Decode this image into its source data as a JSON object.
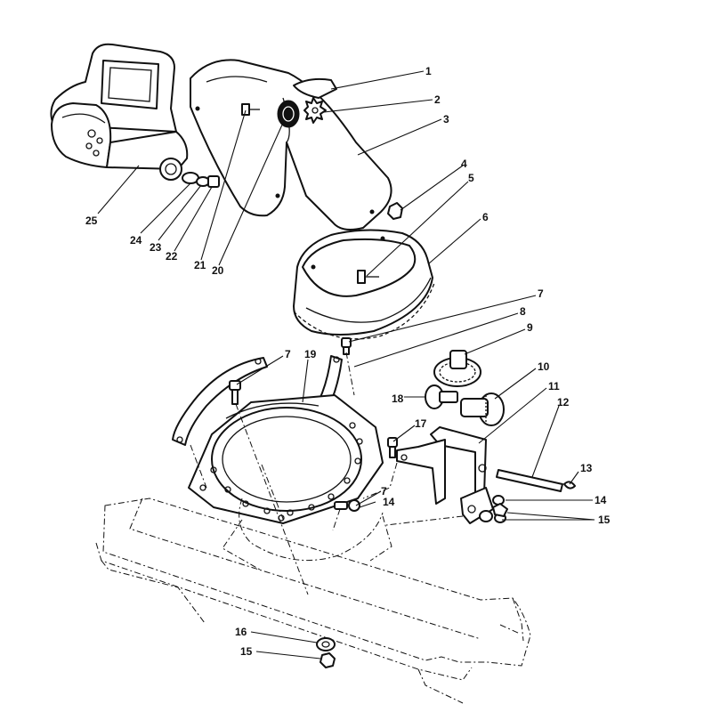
{
  "callouts": [
    {
      "id": "c1",
      "label": "1"
    },
    {
      "id": "c2",
      "label": "2"
    },
    {
      "id": "c3",
      "label": "3"
    },
    {
      "id": "c4",
      "label": "4"
    },
    {
      "id": "c5",
      "label": "5"
    },
    {
      "id": "c6",
      "label": "6"
    },
    {
      "id": "c7a",
      "label": "7"
    },
    {
      "id": "c8",
      "label": "8"
    },
    {
      "id": "c9",
      "label": "9"
    },
    {
      "id": "c10",
      "label": "10"
    },
    {
      "id": "c11",
      "label": "11"
    },
    {
      "id": "c12",
      "label": "12"
    },
    {
      "id": "c13",
      "label": "13"
    },
    {
      "id": "c14a",
      "label": "14"
    },
    {
      "id": "c15a",
      "label": "15"
    },
    {
      "id": "c7b",
      "label": "7"
    },
    {
      "id": "c19",
      "label": "19"
    },
    {
      "id": "c18",
      "label": "18"
    },
    {
      "id": "c17",
      "label": "17"
    },
    {
      "id": "c7c",
      "label": "7"
    },
    {
      "id": "c14b",
      "label": "14"
    },
    {
      "id": "c16",
      "label": "16"
    },
    {
      "id": "c15b",
      "label": "15"
    },
    {
      "id": "c25",
      "label": "25"
    },
    {
      "id": "c24",
      "label": "24"
    },
    {
      "id": "c23",
      "label": "23"
    },
    {
      "id": "c22",
      "label": "22"
    },
    {
      "id": "c21",
      "label": "21"
    },
    {
      "id": "c20",
      "label": "20"
    }
  ]
}
